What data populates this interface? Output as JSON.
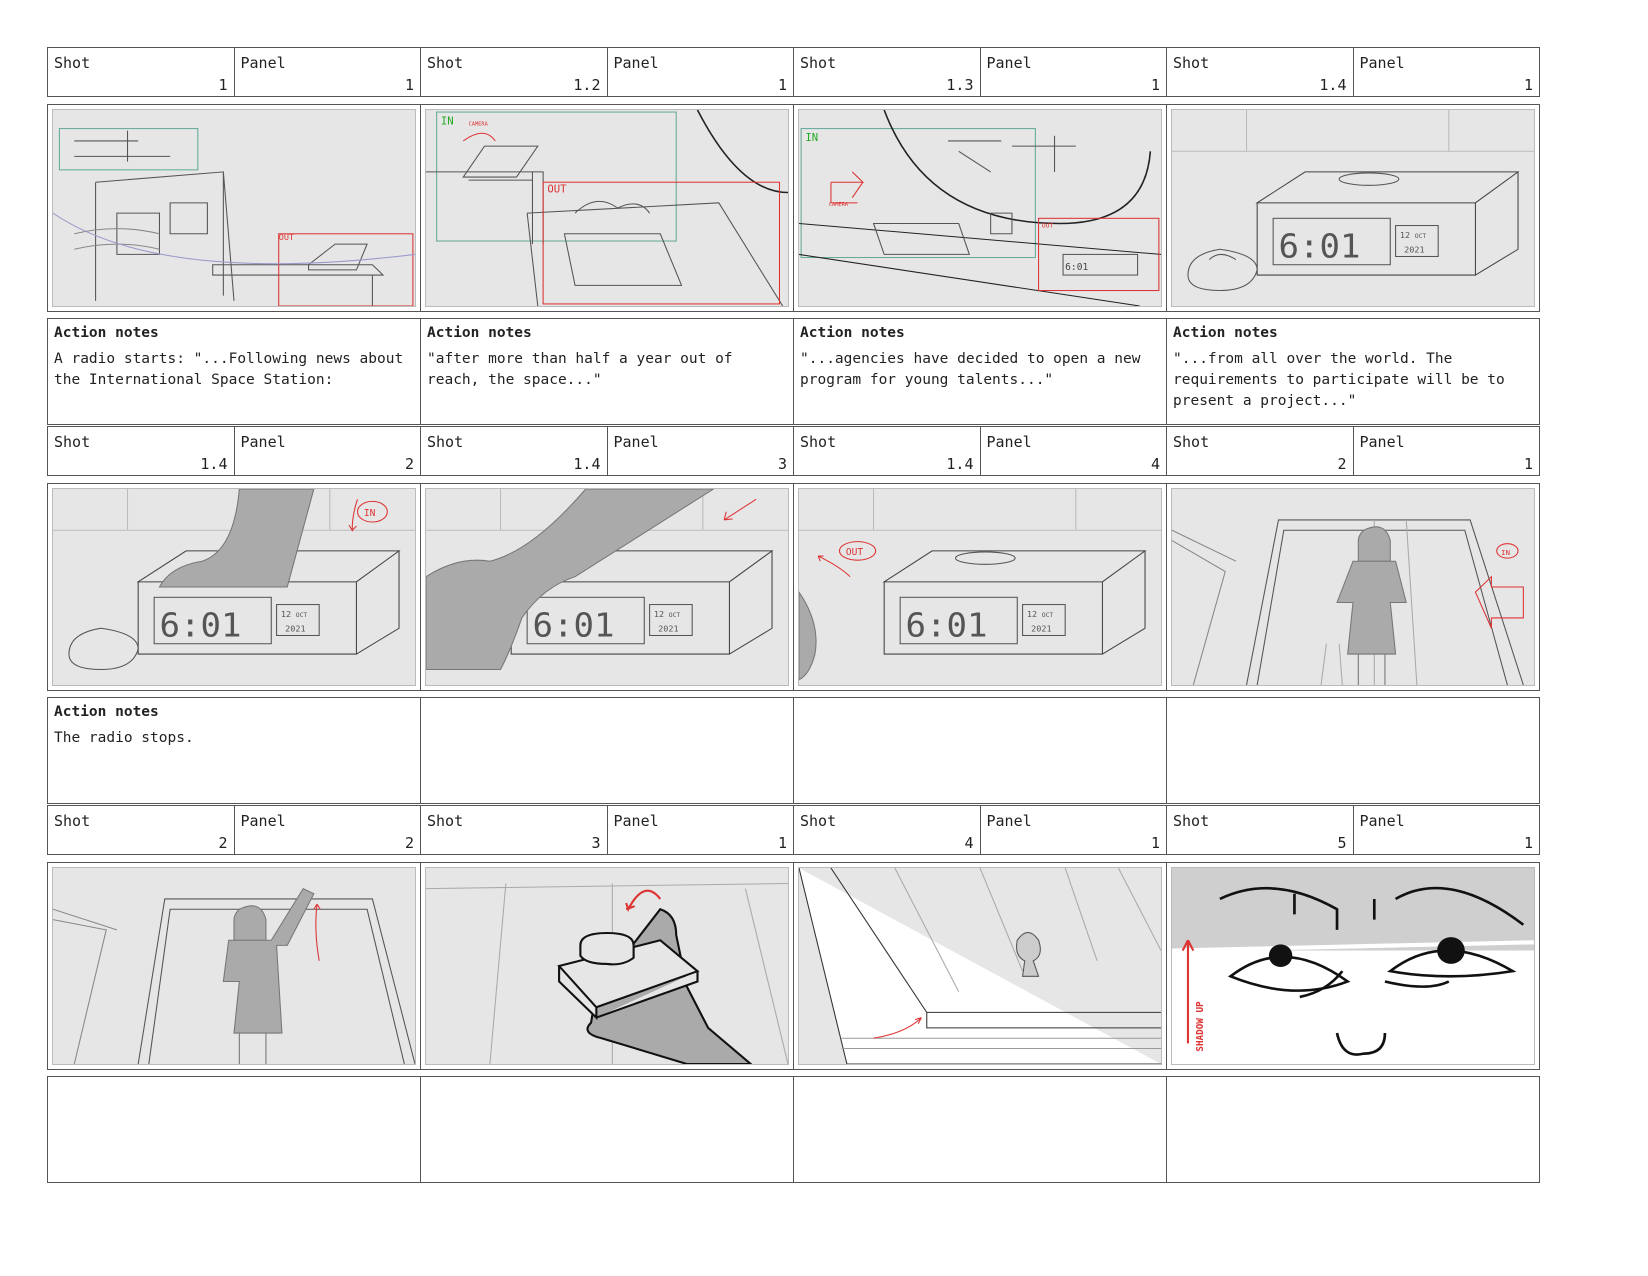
{
  "labels": {
    "shot": "Shot",
    "panel": "Panel",
    "action_notes": "Action notes"
  },
  "cells": [
    {
      "shot": "1",
      "panel": "1",
      "notes_title": "Action notes",
      "notes": "A radio starts: \"...Following news about the International Space Station:",
      "scene": "desk-room-overview",
      "marks": [
        "OUT"
      ]
    },
    {
      "shot": "1.2",
      "panel": "1",
      "notes_title": "Action notes",
      "notes": "\"after more than half a year out of reach, the space...\"",
      "scene": "laptop-desk-mirror",
      "marks": [
        "IN",
        "OUT",
        "CAMERA"
      ]
    },
    {
      "shot": "1.3",
      "panel": "1",
      "notes_title": "Action notes",
      "notes": "\"...agencies have decided to open a new program for young talents...\"",
      "scene": "mirror-tools-desk",
      "marks": [
        "IN",
        "OUT",
        "CAMERA",
        "6:01"
      ]
    },
    {
      "shot": "1.4",
      "panel": "1",
      "notes_title": "Action notes",
      "notes": "\"...from all over the world. The requirements to participate will be to present a project...\"",
      "scene": "alarm-clock",
      "clock": {
        "time": "6:01",
        "day": "12",
        "month": "OCT",
        "year": "2021"
      }
    },
    {
      "shot": "1.4",
      "panel": "2",
      "notes_title": "Action notes",
      "notes": "The radio stops.",
      "scene": "hand-on-clock",
      "marks": [
        "IN"
      ],
      "clock": {
        "time": "6:01",
        "day": "12",
        "month": "OCT",
        "year": "2021"
      }
    },
    {
      "shot": "1.4",
      "panel": "3",
      "notes_title": "",
      "notes": "",
      "scene": "hand-lifting-clock",
      "clock": {
        "time": "6:01",
        "day": "12",
        "month": "OCT",
        "year": "2021"
      }
    },
    {
      "shot": "1.4",
      "panel": "4",
      "notes_title": "",
      "notes": "",
      "scene": "clock-hand-out",
      "marks": [
        "OUT"
      ],
      "clock": {
        "time": "6:01",
        "day": "12",
        "month": "OCT",
        "year": "2021"
      }
    },
    {
      "shot": "2",
      "panel": "1",
      "notes_title": "",
      "notes": "",
      "scene": "child-in-doorway",
      "marks": [
        "IN"
      ]
    },
    {
      "shot": "2",
      "panel": "2",
      "notes_title": "",
      "notes": "",
      "scene": "child-reaching-up"
    },
    {
      "shot": "3",
      "panel": "1",
      "notes_title": "",
      "notes": "",
      "scene": "hand-holding-object"
    },
    {
      "shot": "4",
      "panel": "1",
      "notes_title": "",
      "notes": "",
      "scene": "shelf-keyhole"
    },
    {
      "shot": "5",
      "panel": "1",
      "notes_title": "",
      "notes": "",
      "scene": "face-eyes-closeup",
      "marks": [
        "SHADOW UP"
      ]
    }
  ]
}
